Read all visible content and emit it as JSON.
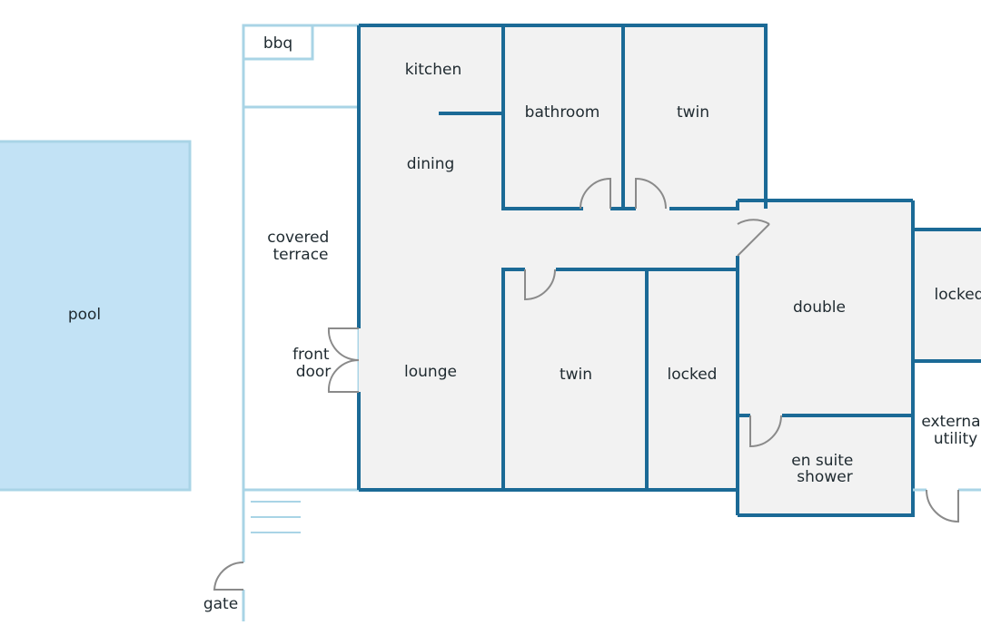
{
  "colors": {
    "wall_dark": "#1b6a96",
    "wall_light": "#a9d4e6",
    "pool_fill": "#c2e2f5",
    "room_fill": "#f2f2f2",
    "door_stroke": "#8a8a8a"
  },
  "labels": {
    "pool": "pool",
    "bbq": "bbq",
    "covered_terrace": [
      "covered",
      "terrace"
    ],
    "front_door": [
      "front",
      "door"
    ],
    "gate": "gate",
    "kitchen": "kitchen",
    "dining": "dining",
    "lounge": "lounge",
    "bathroom": "bathroom",
    "twin_top": "twin",
    "twin_mid": "twin",
    "locked_mid": "locked",
    "double": "double",
    "locked_right": "locked",
    "en_suite": [
      "en suite",
      "shower"
    ],
    "external_utility": [
      "external",
      "utility"
    ]
  }
}
